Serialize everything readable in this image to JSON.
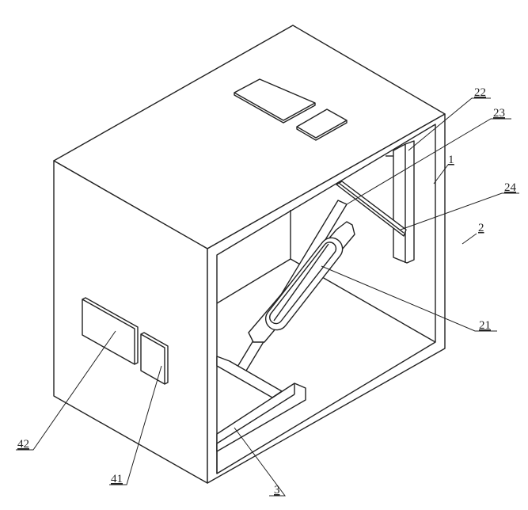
{
  "figure": {
    "labels": {
      "l22": "22",
      "l23": "23",
      "l1": "1",
      "l24": "24",
      "l2": "2",
      "l21": "21",
      "l42": "42",
      "l41": "41",
      "l3": "3"
    }
  }
}
